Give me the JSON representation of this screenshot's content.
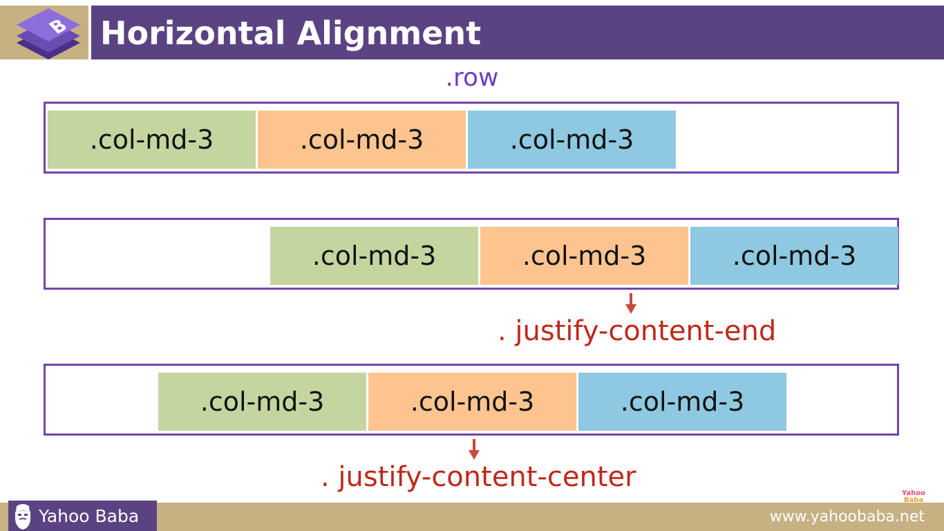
{
  "header": {
    "title": "Horizontal Alignment",
    "logo_letter": "B",
    "logo_icon": "bootstrap-logo-icon"
  },
  "colors": {
    "header_purple": "#5b4383",
    "tan": "#c6b183",
    "row_border": "#7442a8",
    "col_green": "#c4d5a0",
    "col_orange": "#fdc48f",
    "col_blue": "#8fc8e1",
    "annotation_red": "#c0281c",
    "row_label": "#6c3fbf"
  },
  "diagram": {
    "row_label": ".row",
    "rows": [
      {
        "alignment": "start",
        "columns": [
          ".col-md-3",
          ".col-md-3",
          ".col-md-3"
        ]
      },
      {
        "alignment": "end",
        "columns": [
          ".col-md-3",
          ".col-md-3",
          ".col-md-3"
        ],
        "annotation": ". justify-content-end"
      },
      {
        "alignment": "center",
        "columns": [
          ".col-md-3",
          ".col-md-3",
          ".col-md-3"
        ],
        "annotation": ". justify-content-center"
      }
    ]
  },
  "footer": {
    "brand": "Yahoo Baba",
    "brand_icon": "bearded-man-icon",
    "url": "www.yahoobaba.net",
    "watermark_line1": "Yahoo",
    "watermark_line2": "Baba"
  }
}
